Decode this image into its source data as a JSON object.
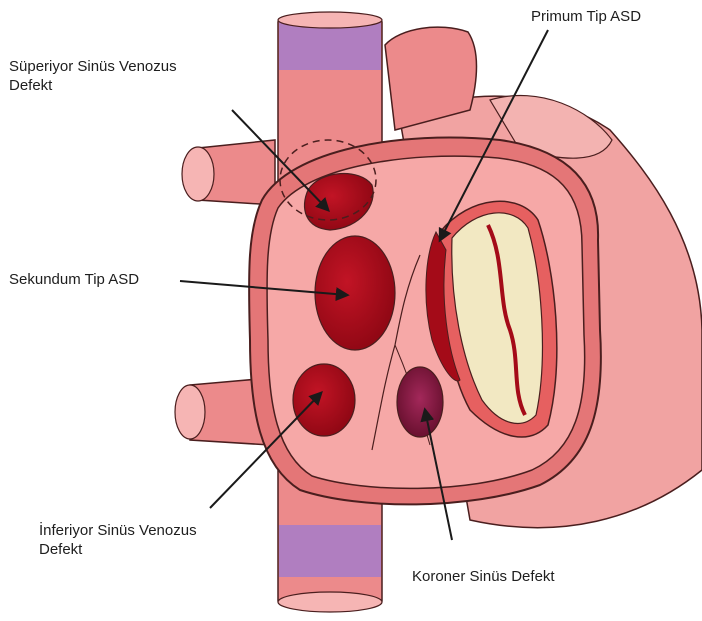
{
  "labels": {
    "primum": "Primum Tip ASD",
    "superior_sinus_line1": "Süperiyor Sinüs Venozus",
    "superior_sinus_line2": "Defekt",
    "secundum": "Sekundum Tip ASD",
    "inferior_sinus_line1": "İnferiyor Sinüs Venozus",
    "inferior_sinus_line2": "Defekt",
    "coronary_sinus": "Koroner Sinüs Defekt"
  },
  "colors": {
    "vessel": "#ec8a8b",
    "vessel_band": "#b07ec0",
    "tissue": "#f1a3a2",
    "atrium_wall": "#e47677",
    "atrium_inner": "#f6a8a7",
    "defect_red": "#a40b18",
    "defect_dark": "#6b0e2c",
    "valve_cream": "#f2e8c2",
    "outline": "#4a1e1e",
    "arrow": "#1a1a1a"
  },
  "icons": {
    "arrowhead": "arrowhead-icon"
  }
}
